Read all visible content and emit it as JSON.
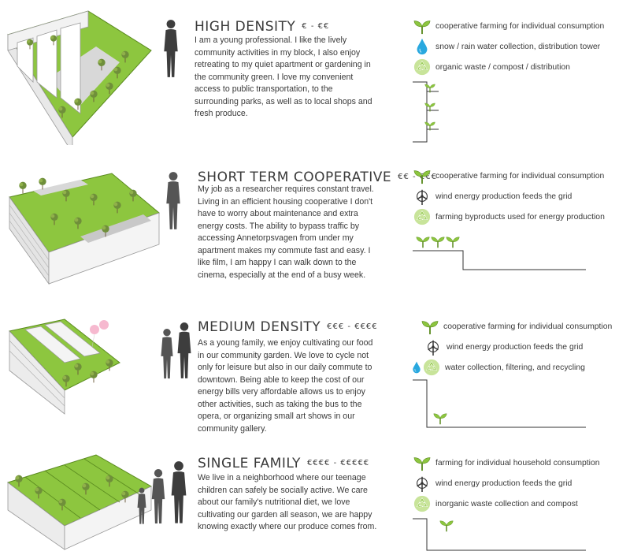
{
  "colors": {
    "green": "#8dc63f",
    "dark_green": "#5a8a1f",
    "blue": "#29a8df",
    "ink": "#3a3a3a",
    "gray": "#666666"
  },
  "sections": [
    {
      "title": "HIGH DENSITY",
      "price": "€ - €€",
      "description": "I am a young professional. I like the lively community activities in my block, I also enjoy retreating to my quiet apartment or gardening in the community green. I love my convenient access to public transportation, to the surrounding parks, as well as to local shops and fresh produce.",
      "legend": [
        {
          "icon": "sprout-icon",
          "label": "cooperative farming for individual consumption"
        },
        {
          "icon": "water-drop-icon",
          "label": "snow / rain water collection, distribution tower"
        },
        {
          "icon": "recycle-icon",
          "label": "organic waste / compost / distribution"
        }
      ]
    },
    {
      "title": "SHORT TERM COOPERATIVE",
      "price": "€€ - €€€",
      "description": "My job as a researcher requires constant travel. Living in an efficient housing cooperative I don't have to worry about maintenance and extra energy costs. The ability to bypass traffic by accessing Annetorpsvagen from under my apartment makes my commute fast and easy. I like film, I am happy I can walk down to the cinema, especially at the end of a busy week.",
      "legend": [
        {
          "icon": "sprout-icon",
          "label": "cooperative farming for individual consumption"
        },
        {
          "icon": "wind-turbine-icon",
          "label": "wind energy production feeds the grid"
        },
        {
          "icon": "recycle-icon",
          "label": "farming byproducts used for energy production"
        }
      ]
    },
    {
      "title": "MEDIUM DENSITY",
      "price": "€€€ - €€€€",
      "description": "As a young family, we enjoy cultivating our food in our community garden. We love to cycle not only for leisure but also in our daily commute to downtown. Being able to keep the cost of our energy bills very affordable allows us to enjoy other activities, such as taking the bus to the opera, or organizing small art shows in our community gallery.",
      "legend": [
        {
          "icon": "sprout-icon",
          "label": "cooperative farming for individual consumption"
        },
        {
          "icon": "wind-turbine-icon",
          "label": "wind energy production feeds the grid"
        },
        {
          "icon": "water-recycle-icon",
          "label": "water collection, filtering, and recycling"
        }
      ]
    },
    {
      "title": "SINGLE FAMILY",
      "price": "€€€€ - €€€€€",
      "description": "We live in a neighborhood where our teenage children can safely be socially active. We care about our family's nutritional diet, we love cultivating our garden all season, we are happy knowing exactly where our produce comes from.",
      "legend": [
        {
          "icon": "sprout-icon",
          "label": "farming for individual household consumption"
        },
        {
          "icon": "wind-turbine-icon",
          "label": "wind energy production feeds the grid"
        },
        {
          "icon": "recycle-icon",
          "label": "inorganic waste collection and compost"
        }
      ]
    }
  ]
}
